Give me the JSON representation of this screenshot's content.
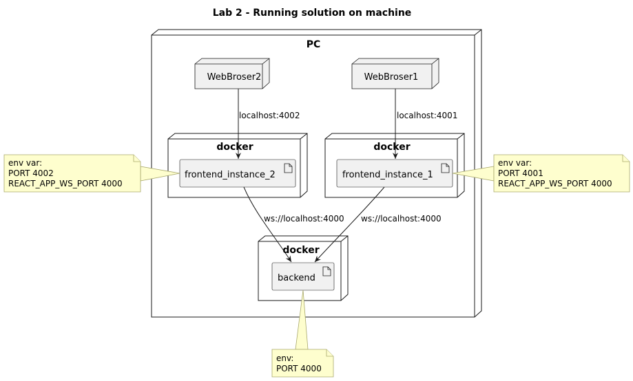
{
  "title": "Lab 2 - Running solution on machine",
  "pc": {
    "label": "PC"
  },
  "browsers": [
    {
      "label": "WebBroser2"
    },
    {
      "label": "WebBroser1"
    }
  ],
  "docker_nodes": [
    {
      "label": "docker",
      "artifact": "frontend_instance_2"
    },
    {
      "label": "docker",
      "artifact": "frontend_instance_1"
    },
    {
      "label": "docker",
      "artifact": "backend"
    }
  ],
  "edges": [
    {
      "from": "WebBroser2",
      "to": "frontend_instance_2",
      "label": "localhost:4002"
    },
    {
      "from": "WebBroser1",
      "to": "frontend_instance_1",
      "label": "localhost:4001"
    },
    {
      "from": "frontend_instance_2",
      "to": "backend",
      "label": "ws://localhost:4000"
    },
    {
      "from": "frontend_instance_1",
      "to": "backend",
      "label": "ws://localhost:4000"
    }
  ],
  "notes": [
    {
      "attached_to": "frontend_instance_2",
      "lines": [
        "env var:",
        "PORT 4002",
        "REACT_APP_WS_PORT 4000"
      ]
    },
    {
      "attached_to": "frontend_instance_1",
      "lines": [
        "env var:",
        "PORT 4001",
        "REACT_APP_WS_PORT 4000"
      ]
    },
    {
      "attached_to": "backend",
      "lines": [
        "env:",
        "PORT 4000"
      ]
    }
  ],
  "colors": {
    "node_fill": "#ffffff",
    "component_fill": "#f1f1f1",
    "note_fill": "#fefece",
    "note_border": "#a8a86b",
    "stroke": "#181818"
  }
}
